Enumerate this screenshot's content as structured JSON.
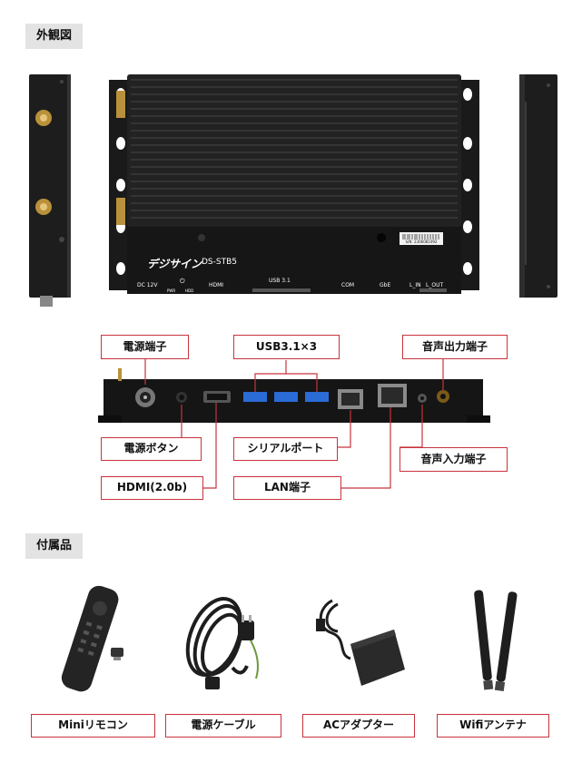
{
  "sections": {
    "exterior_title": "外観図",
    "accessories_title": "付属品"
  },
  "device": {
    "brand": "デジサイン",
    "model": "DS-STB5",
    "serial": "S/N: 2306081092",
    "port_labels": {
      "dc": "DC 12V",
      "pwr": "PWR",
      "hdd": "HDD",
      "hdmi": "HDMI",
      "usb": "USB 3.1",
      "com": "COM",
      "gbe": "GbE",
      "lin": "L_IN",
      "lout": "L_OUT"
    }
  },
  "callouts": {
    "power_port": "電源端子",
    "usb": "USB3.1×3",
    "audio_out": "音声出力端子",
    "power_button": "電源ボタン",
    "serial_port": "シリアルポート",
    "audio_in": "音声入力端子",
    "hdmi": "HDMI(2.0b)",
    "lan": "LAN端子"
  },
  "accessories": {
    "remote": "Miniリモコン",
    "cable": "電源ケーブル",
    "adapter": "ACアダプター",
    "antenna": "Wifiアンテナ"
  },
  "colors": {
    "accent": "#c9333d",
    "tag_bg": "#e3e3e3",
    "device": "#1c1c1c"
  }
}
